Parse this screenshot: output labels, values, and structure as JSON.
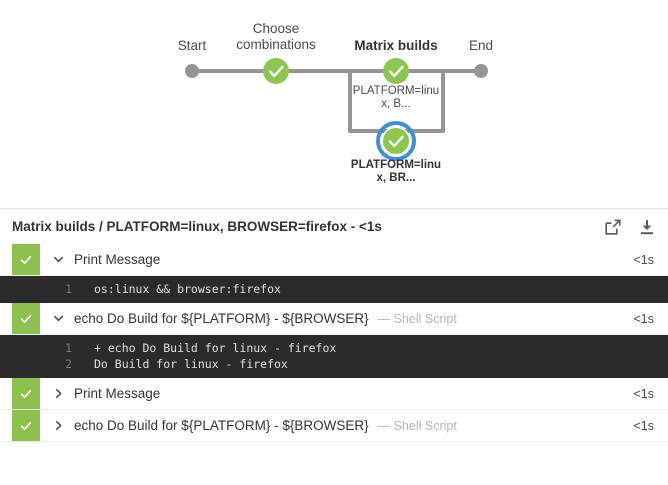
{
  "graph": {
    "stages": [
      {
        "label_line1": "Start",
        "label_line2": "",
        "active": false
      },
      {
        "label_line1": "Choose",
        "label_line2": "combinations",
        "active": false
      },
      {
        "label_line1": "Matrix builds",
        "label_line2": "",
        "active": true
      },
      {
        "label_line1": "End",
        "label_line2": "",
        "active": false
      }
    ],
    "branch_nodes": [
      {
        "label_line1": "PLATFORM=linu",
        "label_line2": "x, B...",
        "selected": false,
        "status": "success"
      },
      {
        "label_line1": "PLATFORM=linu",
        "label_line2": "x, BR...",
        "selected": true,
        "status": "success"
      }
    ],
    "colors": {
      "success": "#8fc652",
      "selected_ring": "#3f8fd4",
      "edge": "#949494",
      "terminal_dot": "#949494"
    }
  },
  "log": {
    "title": "Matrix builds / PLATFORM=linux, BROWSER=firefox - <1s",
    "actions": [
      {
        "name": "open-in-new-window",
        "label": "Open in new window"
      },
      {
        "name": "download-logs",
        "label": "Download logs"
      }
    ],
    "steps": [
      {
        "name": "Print Message",
        "type": "",
        "duration": "<1s",
        "status": "success",
        "expanded": true,
        "console": [
          {
            "num": "1",
            "text": "os:linux && browser:firefox"
          }
        ]
      },
      {
        "name": "echo Do Build for ${PLATFORM} - ${BROWSER}",
        "type": "— Shell Script",
        "duration": "<1s",
        "status": "success",
        "expanded": true,
        "console": [
          {
            "num": "1",
            "text": "+ echo Do Build for linux - firefox"
          },
          {
            "num": "2",
            "text": "Do Build for linux - firefox"
          }
        ]
      },
      {
        "name": "Print Message",
        "type": "",
        "duration": "<1s",
        "status": "success",
        "expanded": false,
        "console": []
      },
      {
        "name": "echo Do Build for ${PLATFORM} - ${BROWSER}",
        "type": "— Shell Script",
        "duration": "<1s",
        "status": "success",
        "expanded": false,
        "console": []
      }
    ]
  }
}
